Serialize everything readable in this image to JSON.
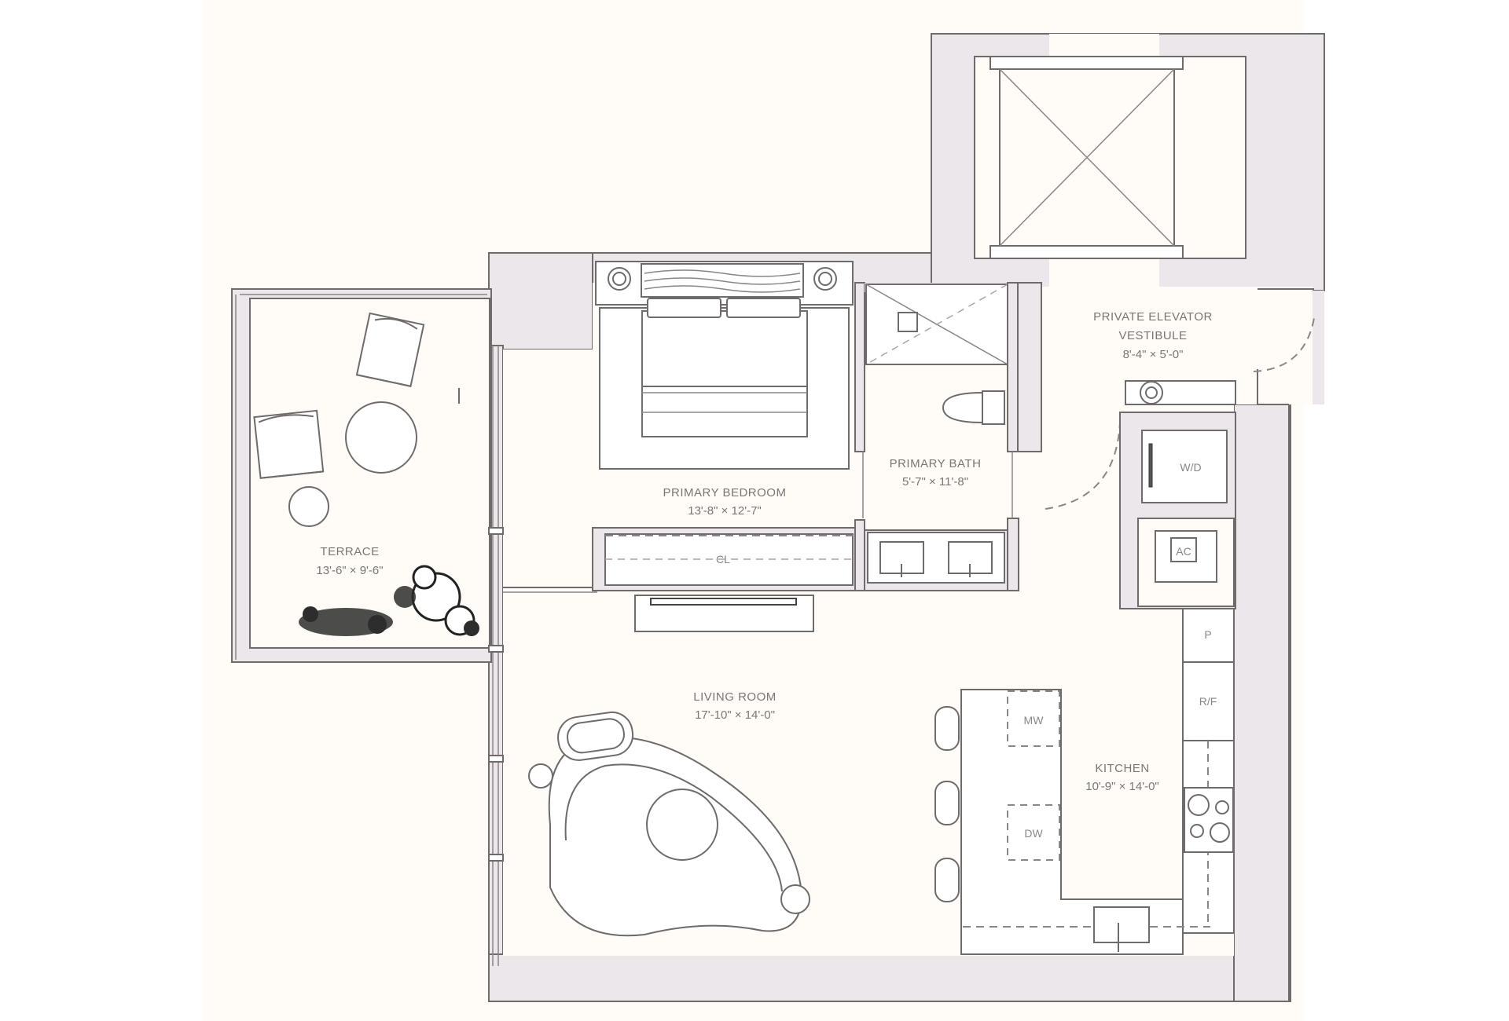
{
  "plan": {
    "background": "#fffbf6",
    "wall_color": "#ece7ea",
    "line_color": "#6f6a6c",
    "text_color": "#7a7577"
  },
  "rooms": {
    "terrace": {
      "name": "TERRACE",
      "dims": "13'-6\" × 9'-6\""
    },
    "primary_bedroom": {
      "name": "PRIMARY BEDROOM",
      "dims": "13'-8\" × 12'-7\""
    },
    "primary_bath": {
      "name": "PRIMARY BATH",
      "dims": "5'-7\" × 11'-8\""
    },
    "vestibule": {
      "name_line1": "PRIVATE ELEVATOR",
      "name_line2": "VESTIBULE",
      "dims": "8'-4\" × 5'-0\""
    },
    "living_room": {
      "name": "LIVING ROOM",
      "dims": "17'-10\" × 14'-0\""
    },
    "kitchen": {
      "name": "KITCHEN",
      "dims": "10'-9\" × 14'-0\""
    }
  },
  "fixtures": {
    "closet": "CL",
    "washer_dryer": "W/D",
    "ac": "AC",
    "pantry": "P",
    "refrigerator": "R/F",
    "microwave": "MW",
    "dishwasher": "DW"
  },
  "icons": {
    "elevator": "elevator-shaft-icon",
    "bed": "bed-icon",
    "shower": "shower-icon",
    "toilet": "toilet-icon",
    "sink": "sink-icon",
    "cooktop": "cooktop-icon",
    "sofa": "sofa-icon",
    "table": "table-icon",
    "chair": "chair-icon",
    "tv": "tv-icon",
    "plants": "plant-icon",
    "stool": "stool-icon",
    "door_swing": "door-swing-icon"
  }
}
